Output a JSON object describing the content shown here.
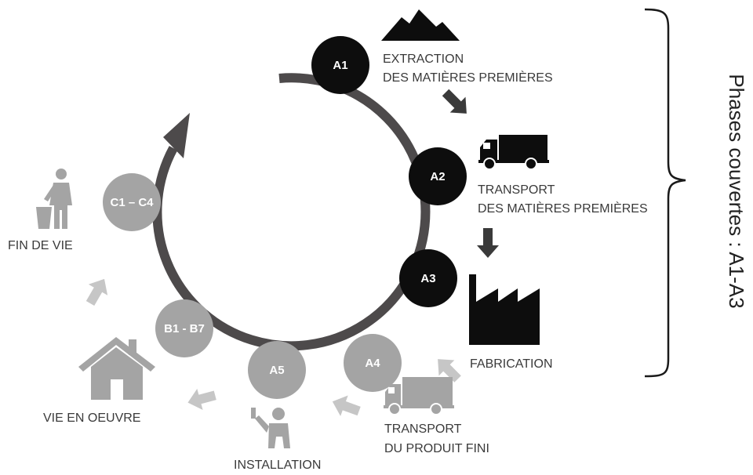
{
  "colors": {
    "dark": "#0d0d0d",
    "grey": "#a4a4a4",
    "ring": "#4d4a4b",
    "light_arrow": "#c6c6c6",
    "dark_arrow": "#3a3a3a"
  },
  "stages": {
    "a1": "A1",
    "a2": "A2",
    "a3": "A3",
    "a4": "A4",
    "a5": "A5",
    "b": "B1 - B7",
    "c": "C1 – C4"
  },
  "captions": {
    "extraction": [
      "EXTRACTION",
      "DES MATIÈRES PREMIÈRES"
    ],
    "transport_raw": [
      "TRANSPORT",
      "DES MATIÈRES PREMIÈRES"
    ],
    "fabrication": "FABRICATION",
    "transport_product": [
      "TRANSPORT",
      "DU PRODUIT FINI"
    ],
    "installation": "INSTALLATION",
    "use": "VIE EN OEUVRE",
    "end_of_life": "FIN DE VIE"
  },
  "covered_phases": "Phases couvertes : A1-A3",
  "icons": [
    "mountain-icon",
    "truck-icon",
    "factory-icon",
    "worker-icon",
    "house-icon",
    "trash-person-icon",
    "down-arrow-icon"
  ]
}
